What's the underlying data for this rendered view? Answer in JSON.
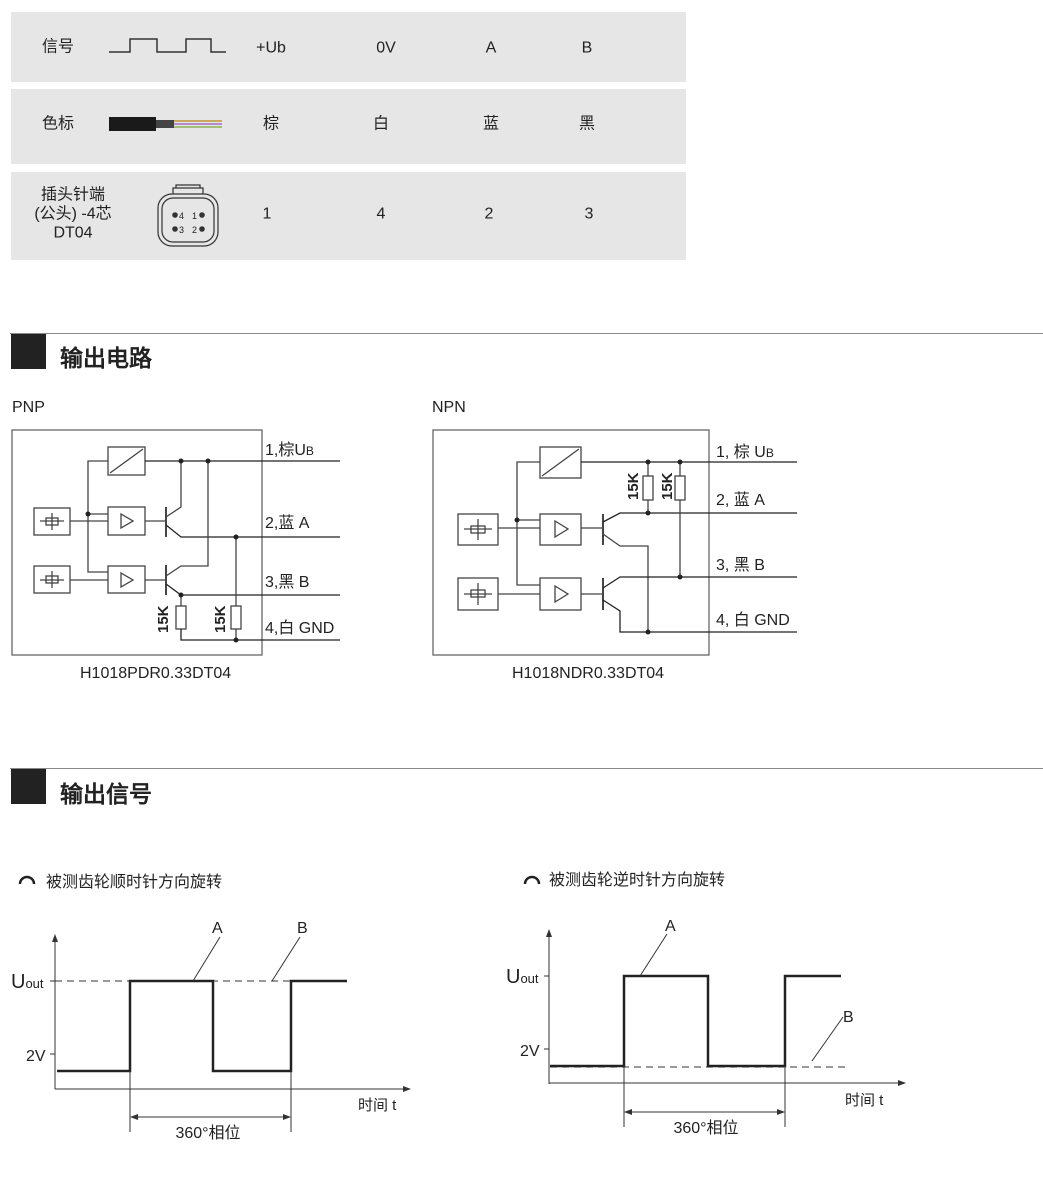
{
  "pin_table": {
    "rows": [
      {
        "label": "信号",
        "icon": "square-wave-icon",
        "values": [
          "+Ub",
          "0V",
          "A",
          "B"
        ]
      },
      {
        "label": "色标",
        "icon": "cable-icon",
        "values": [
          "棕",
          "白",
          "蓝",
          "黑"
        ]
      },
      {
        "label_lines": [
          "插头针端",
          "(公头) -4芯",
          "DT04"
        ],
        "icon": "dt04-connector-icon",
        "connector_pins": [
          "4",
          "1",
          "3",
          "2"
        ],
        "values": [
          "1",
          "4",
          "2",
          "3"
        ]
      }
    ]
  },
  "output_circuit": {
    "title": "输出电路",
    "pnp": {
      "label": "PNP",
      "model": "H1018PDR0.33DT04",
      "resistors": [
        "15K",
        "15K"
      ],
      "pins": [
        "1,棕",
        "2,蓝 A",
        "3,黑 B",
        "4,白 GND"
      ],
      "ub_main": "U",
      "ub_sub": "B"
    },
    "npn": {
      "label": "NPN",
      "model": "H1018NDR0.33DT04",
      "resistors": [
        "15K",
        "15K"
      ],
      "pins": [
        "1, 棕",
        "2, 蓝 A",
        "3, 黑  B",
        "4, 白 GND"
      ],
      "ub_main": "U",
      "ub_sub": "B"
    }
  },
  "output_signal": {
    "title": "输出信号",
    "charts": [
      {
        "caption": "被测齿轮顺时针方向旋转",
        "icon": "clockwise-rotation-icon",
        "y_main": "U",
        "y_sub": "out",
        "tick_2v": "2V",
        "series_a": "A",
        "series_b": "B",
        "xlabel": "时间 t",
        "phase": "360°相位"
      },
      {
        "caption": "被测齿轮逆时针方向旋转",
        "icon": "counterclockwise-rotation-icon",
        "y_main": "U",
        "y_sub": "out",
        "tick_2v": "2V",
        "series_a": "A",
        "series_b": "B",
        "xlabel": "时间 t",
        "phase": "360°相位"
      }
    ]
  }
}
